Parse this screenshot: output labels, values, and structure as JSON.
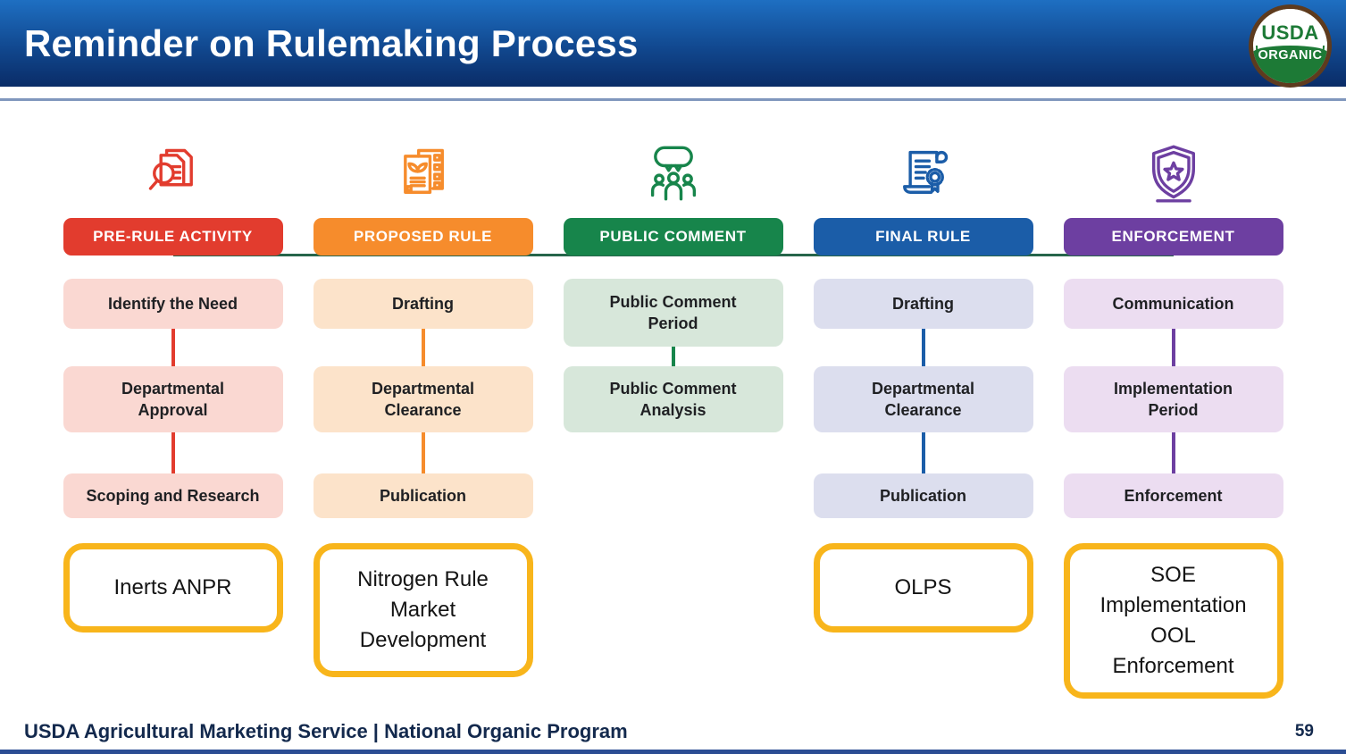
{
  "slide": {
    "title": "Reminder on Rulemaking Process",
    "footer": "USDA Agricultural Marketing Service | National Organic Program",
    "page_number": "59"
  },
  "logo": {
    "top_text": "USDA",
    "bottom_text": "ORGANIC"
  },
  "colors": {
    "header_gradient_top": "#1e6fc2",
    "header_gradient_bottom": "#0a2c67",
    "stage_connector": "#26654a",
    "callout_border": "#f8b51b",
    "footer_text": "#13294d",
    "logo_green": "#1d7a36",
    "logo_brown": "#5e3b1e"
  },
  "columns": [
    {
      "key": "pre-rule-activity",
      "header": "PRE-RULE ACTIVITY",
      "icon": "magnifier-documents-icon",
      "accent": "#e23c2e",
      "tint": "#fad8d2",
      "steps": [
        "Identify the Need",
        "Departmental\nApproval",
        "Scoping and Research"
      ],
      "callout": "Inerts ANPR"
    },
    {
      "key": "proposed-rule",
      "header": "PROPOSED RULE",
      "icon": "organic-document-checklist-icon",
      "accent": "#f68c2c",
      "tint": "#fce3ca",
      "steps": [
        "Drafting",
        "Departmental\nClearance",
        "Publication"
      ],
      "callout": "Nitrogen Rule\nMarket\nDevelopment"
    },
    {
      "key": "public-comment",
      "header": "PUBLIC COMMENT",
      "icon": "people-discussion-icon",
      "accent": "#17854b",
      "tint": "#d7e7da",
      "steps": [
        "Public Comment\nPeriod",
        "Public Comment\nAnalysis"
      ],
      "callout": null
    },
    {
      "key": "final-rule",
      "header": "FINAL RULE",
      "icon": "scroll-seal-icon",
      "accent": "#1b5da8",
      "tint": "#dcdeee",
      "steps": [
        "Drafting",
        "Departmental\nClearance",
        "Publication"
      ],
      "callout": "OLPS"
    },
    {
      "key": "enforcement",
      "header": "ENFORCEMENT",
      "icon": "shield-star-icon",
      "accent": "#6d3fa1",
      "tint": "#ecddf1",
      "steps": [
        "Communication",
        "Implementation\nPeriod",
        "Enforcement"
      ],
      "callout": "SOE\nImplementation\nOOL\nEnforcement"
    }
  ]
}
